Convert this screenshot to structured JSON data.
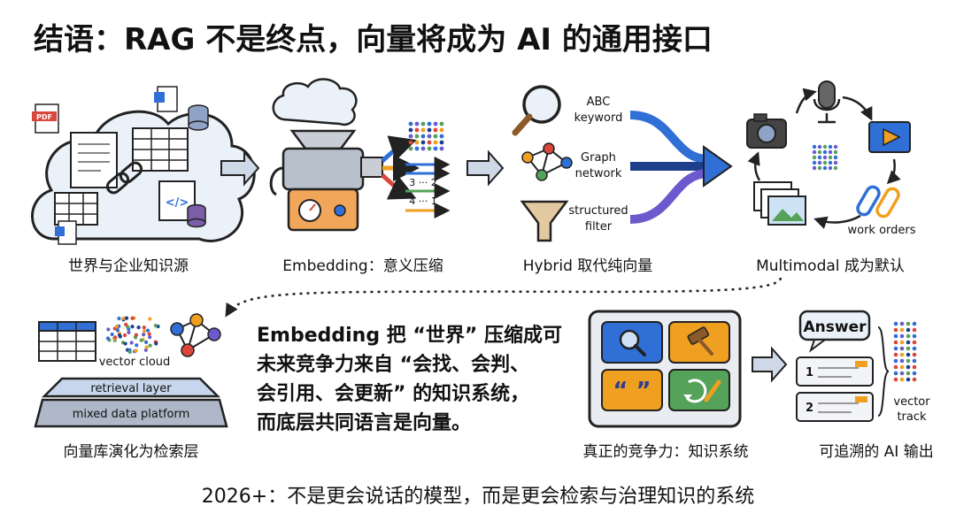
{
  "title": "结语：RAG 不是终点，向量将成为 AI 的通用接口",
  "row1": {
    "s1_caption": "世界与企业知识源",
    "s1_tags": {
      "pdf": "PDF",
      "code": "</>"
    },
    "s2_caption": "Embedding：意义压缩",
    "s2_vec": {
      "a": "3 ··· 2",
      "b": "4 ··· 1"
    },
    "s3_caption": "Hybrid 取代纯向量",
    "s3_labels": {
      "kw1": "ABC",
      "kw2": "keyword",
      "gr1": "Graph",
      "gr2": "network",
      "st1": "structured",
      "st2": "filter"
    },
    "s4_caption": "Multimodal 成为默认",
    "s4_label": "work orders"
  },
  "row2": {
    "s5_caption": "向量库演化为检索层",
    "s5_labels": {
      "cloud": "vector cloud",
      "layer": "retrieval layer",
      "platform": "mixed data platform"
    },
    "quote_lines": [
      "Embedding 把 “世界” 压缩成可",
      "未来竞争力来自 “会找、会判、",
      "会引用、会更新” 的知识系统，",
      "而底层共同语言是向量。"
    ],
    "s6_caption": "真正的竞争力：知识系统",
    "s7_caption": "可追溯的 AI 输出",
    "s7_labels": {
      "answer": "Answer",
      "ref1": "1",
      "ref2": "2",
      "vec1": "vector",
      "vec2": "track"
    }
  },
  "footer": "2026+：不是更会说话的模型，而是更会检索与治理知识的系统",
  "colors": {
    "ink": "#222222",
    "blue": "#2f6fd6",
    "orange": "#f0a020",
    "green": "#55a25a",
    "purple": "#6a5acd",
    "red": "#d9463b",
    "light_blue": "#e6eef8"
  }
}
